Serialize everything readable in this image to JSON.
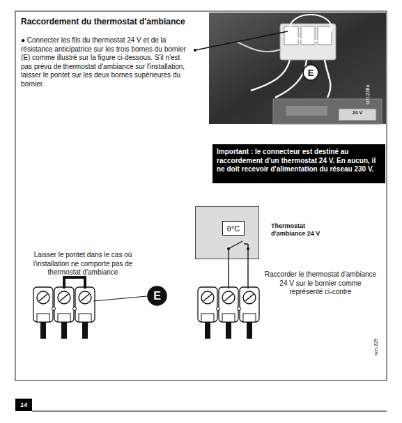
{
  "diagram": {
    "title": "Raccordement du thermostat d'ambiance",
    "nodes": [
      {
        "text": [
          "Important : le connecteur est destiné au raccordement d'un thermostat 24 V. En aucun, il ne doit recevoir d'alimentation du réseau 230 V."
        ]
      },
      {
        "text": [
          "Thermostat d'ambiance 24 V"
        ]
      },
      {
        "text": [
          "θ°C"
        ],
        "in": 1
      },
      {
        "text": [
          "E"
        ]
      },
      {
        "text": [
          "E"
        ]
      },
      {
        "text": [
          "14"
        ]
      }
    ],
    "labels": [
      "● Connecter les fils du thermostat 24 V et de la résistance anticipatrice sur les trois bornes du bornier (E) comme illustré sur la figure ci-dessous. S'il n'est pas prévu de thermostat d'ambiance sur l'installation, laisser le pontet sur les deux bornes supérieures du bornier.",
      "24 V",
      "sch.238a",
      "Laisser le pontet dans le cas où l'installation ne comporte pas de thermostat d'ambiance",
      "Raccorder le thermostat d'ambiance 24 V sur le bornier comme représenté ci-contre",
      "sch.229"
    ]
  }
}
